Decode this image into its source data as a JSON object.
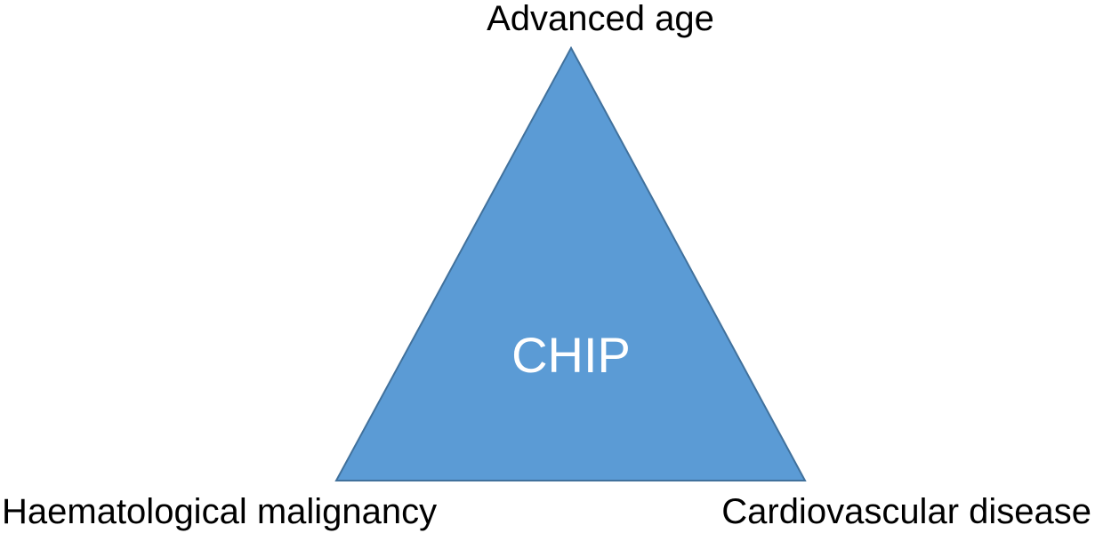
{
  "figure": {
    "top_label": "Advanced age",
    "bottom_left_label": "Haematological malignancy",
    "bottom_right_label": "Cardiovascular disease",
    "triangle_label": "CHIP",
    "colors": {
      "triangle_fill": "#5B9BD5",
      "triangle_border": "#41719C",
      "triangle_text": "#FFFFFF",
      "label_text": "#000000",
      "background": "#FFFFFF"
    }
  }
}
